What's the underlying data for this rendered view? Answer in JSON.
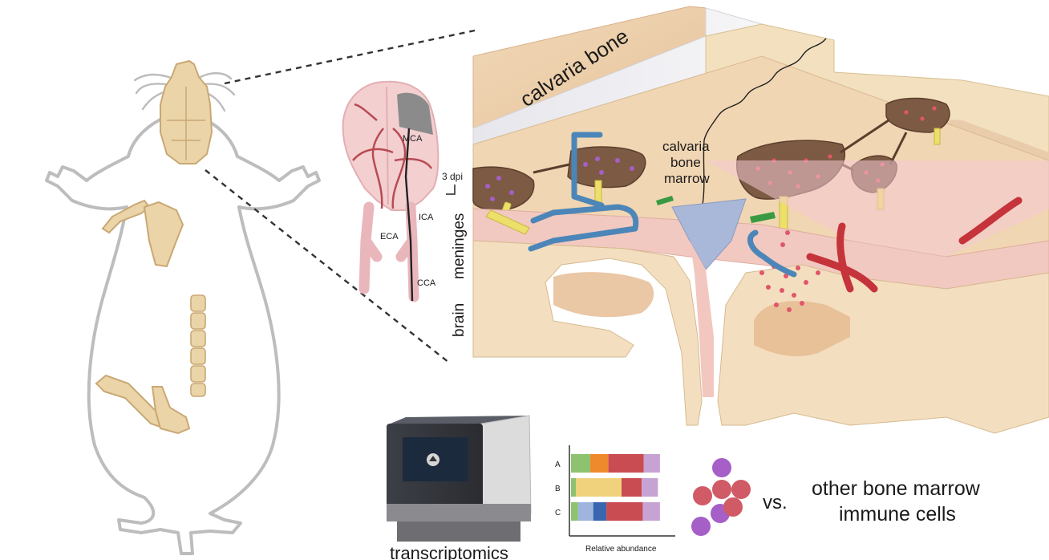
{
  "labels": {
    "calvaria_bone": "calvaria bone",
    "calvaria_bone_marrow": [
      "calvaria",
      "bone",
      "marrow"
    ],
    "dpi": "3 dpi",
    "meninges": "meninges",
    "brain": "brain",
    "mca": "MCA",
    "ica": "ICA",
    "eca": "ECA",
    "cca": "CCA",
    "transcriptomics": "transcriptomics",
    "relative_abundance": "Relative abundance",
    "vs": "vs.",
    "other_cells": [
      "other bone marrow",
      "immune cells"
    ]
  },
  "chart_data": {
    "type": "bar",
    "stacked": true,
    "orientation": "horizontal",
    "categories": [
      "A",
      "B",
      "C"
    ],
    "xlabel": "Relative abundance",
    "series": [
      {
        "color": "#8dc26e",
        "values": [
          0.19,
          0.05,
          0.07
        ]
      },
      {
        "color": "#ee8a2c",
        "values": [
          0.18,
          0.0,
          0.0
        ]
      },
      {
        "color": "#f1d27c",
        "values": [
          0.0,
          0.45,
          0.0
        ]
      },
      {
        "color": "#9fb5dd",
        "values": [
          0.0,
          0.0,
          0.15
        ]
      },
      {
        "color": "#3a66b0",
        "values": [
          0.0,
          0.0,
          0.13
        ]
      },
      {
        "color": "#c94c52",
        "values": [
          0.35,
          0.2,
          0.36
        ]
      },
      {
        "color": "#c7a3d3",
        "values": [
          0.16,
          0.16,
          0.17
        ]
      }
    ]
  },
  "colors": {
    "bone": "#ead4a8",
    "bone_edge": "#c9a86e",
    "mouse_outline": "#b9b9b9",
    "marrow": "#7d5a43",
    "meninges": "#f1c9c0",
    "brain_tissue": "#f3dfc0",
    "vessel_red": "#c5333b",
    "catheter_blue": "#4c86b8",
    "cell_red": "#e0566a",
    "cell_purple": "#a55fc7"
  }
}
